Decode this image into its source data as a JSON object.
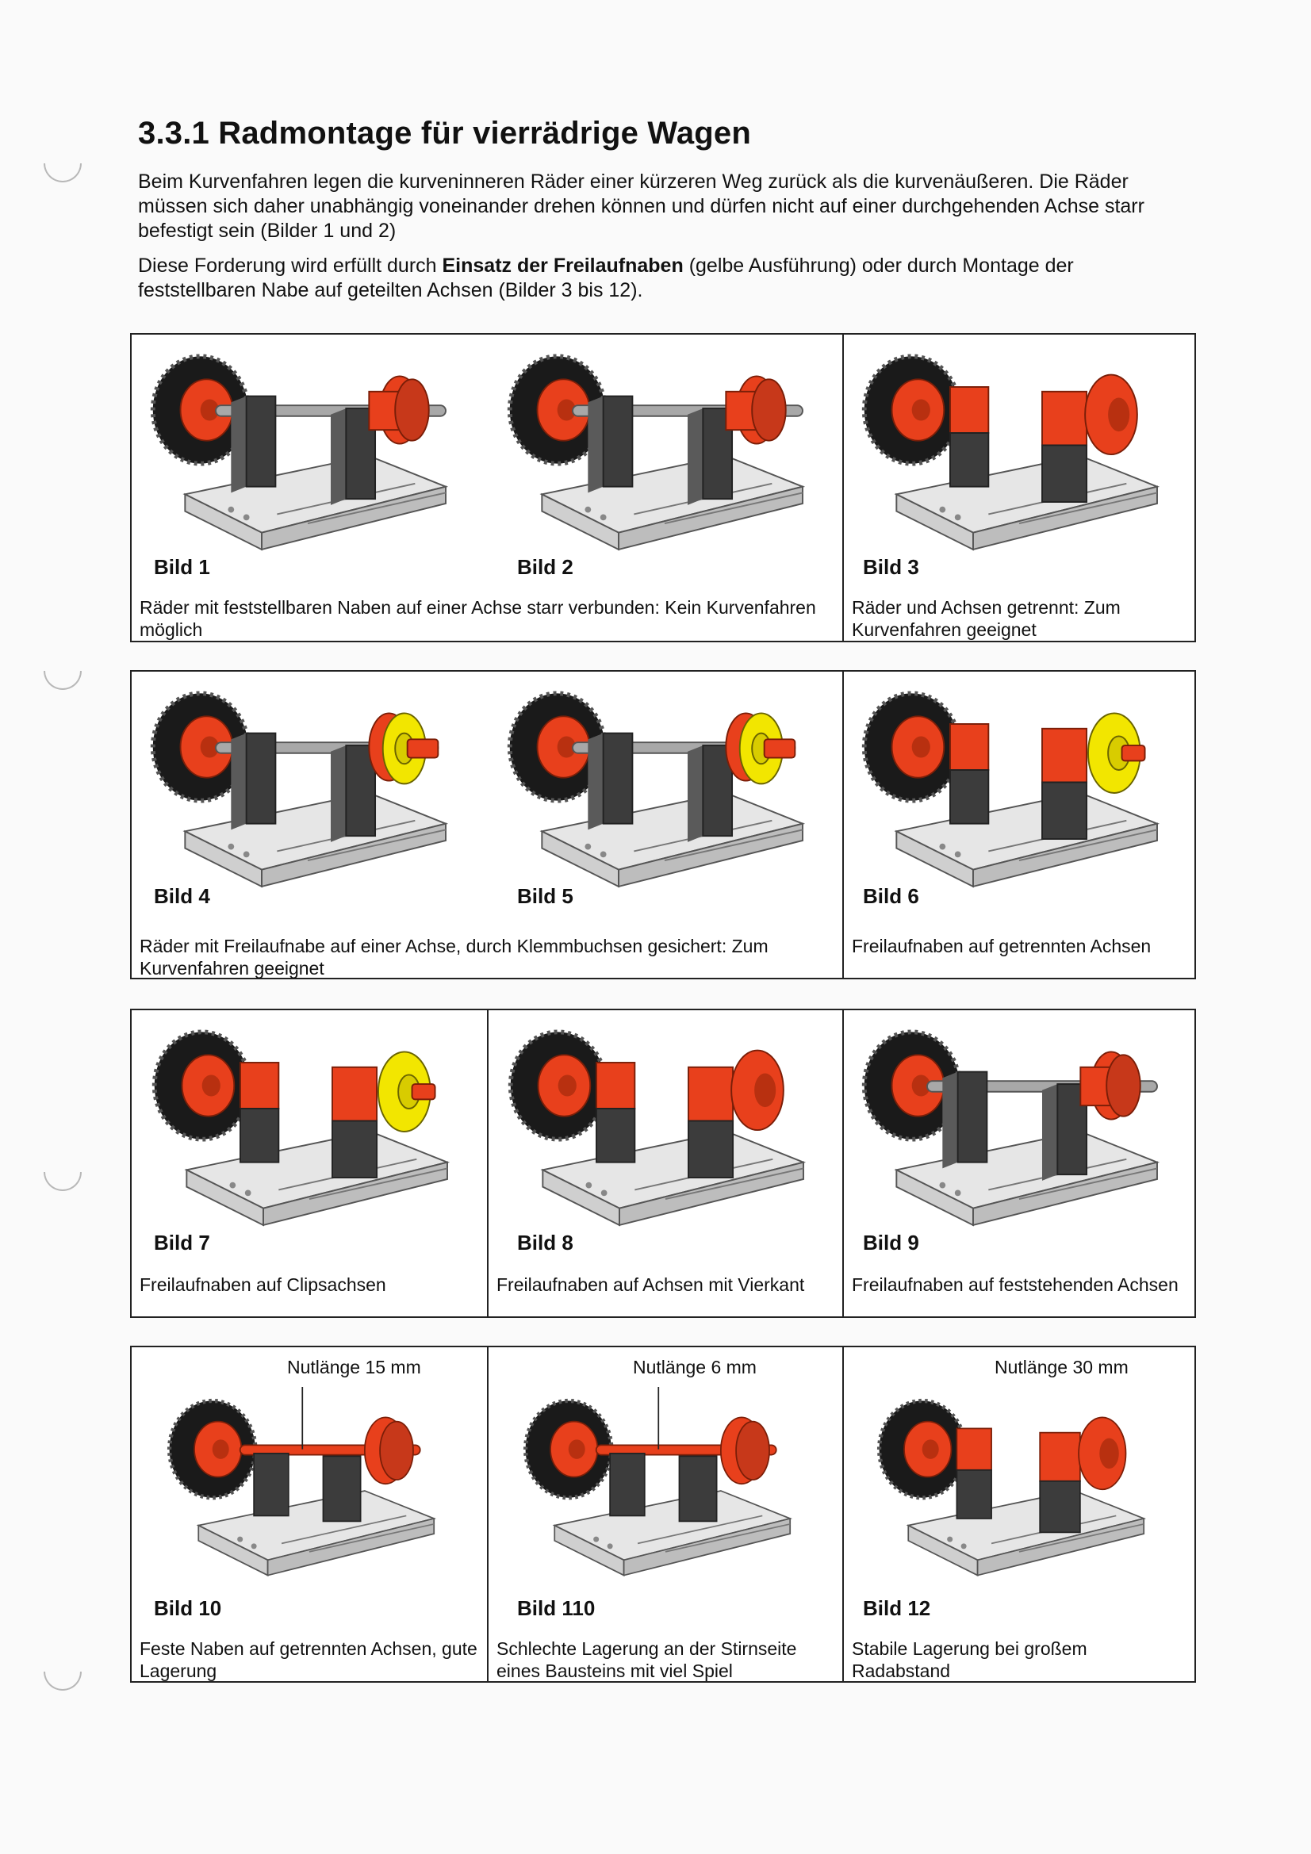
{
  "page": {
    "title": "3.3.1 Radmontage für vierrädrige Wagen",
    "intro": [
      "Beim Kurvenfahren legen die kurveninneren Räder einer kürzeren Weg zurück als die kurvenäußeren. Die Räder müssen sich daher unabhängig voneinander drehen können und dürfen nicht auf einer durchgehenden Achse starr befestigt sein (Bilder 1 und 2)"
    ],
    "intro2": {
      "before": "Diese Forderung wird erfüllt durch ",
      "bold": "Einsatz der Freilaufnaben",
      "after": " (gelbe Ausführung) oder durch Montage der feststellbaren Nabe auf geteilten Achsen (Bilder 3 bis 12)."
    }
  },
  "rows": [
    {
      "figures": [
        {
          "label": "Bild 1",
          "icon": "wheel-axle-red-hub-illustration"
        },
        {
          "label": "Bild 2",
          "icon": "wheel-axle-red-hub-illustration"
        },
        {
          "label": "Bild 3",
          "icon": "split-axle-red-hub-illustration"
        }
      ],
      "captions": [
        "Räder mit feststellbaren Naben auf einer Achse starr verbunden: Kein Kurvenfahren möglich",
        "Räder und Achsen getrennt: Zum Kurvenfahren geeignet"
      ]
    },
    {
      "figures": [
        {
          "label": "Bild 4",
          "icon": "wheel-axle-yellow-hub-illustration"
        },
        {
          "label": "Bild 5",
          "icon": "wheel-axle-yellow-hub-illustration"
        },
        {
          "label": "Bild 6",
          "icon": "split-axle-yellow-hub-illustration"
        }
      ],
      "captions": [
        "Räder mit Freilaufnabe auf einer Achse, durch Klemmbuchsen gesichert: Zum Kurvenfahren geeignet",
        "Freilaufnaben auf getrennten Achsen"
      ]
    },
    {
      "figures": [
        {
          "label": "Bild 7",
          "icon": "clip-axle-illustration"
        },
        {
          "label": "Bild 8",
          "icon": "square-axle-illustration"
        },
        {
          "label": "Bild 9",
          "icon": "fixed-axle-illustration"
        }
      ],
      "captions": [
        "Freilaufnaben auf Clipsachsen",
        "Freilaufnaben auf Achsen mit Vierkant",
        "Freilaufnaben auf feststehenden Achsen"
      ]
    },
    {
      "figures": [
        {
          "label": "Bild 10",
          "icon": "bearing-illustration",
          "groove": "Nutlänge 15 mm"
        },
        {
          "label": "Bild 110",
          "icon": "bearing-illustration",
          "groove": "Nutlänge 6 mm"
        },
        {
          "label": "Bild 12",
          "icon": "bearing-illustration",
          "groove": "Nutlänge 30 mm"
        }
      ],
      "captions": [
        "Feste Naben auf getrennten Achsen, gute Lagerung",
        "Schlechte Lagerung an der Stirnseite eines Bausteins mit viel Spiel",
        "Stabile Lagerung bei großem Radabstand"
      ]
    }
  ],
  "colors": {
    "hub_red": "#e8401c",
    "hub_yellow": "#f2e600",
    "brick_dark": "#3c3c3c",
    "base_plate": "#e6e6e6",
    "tire": "#1a1a1a",
    "axle": "#a8a8a8"
  }
}
